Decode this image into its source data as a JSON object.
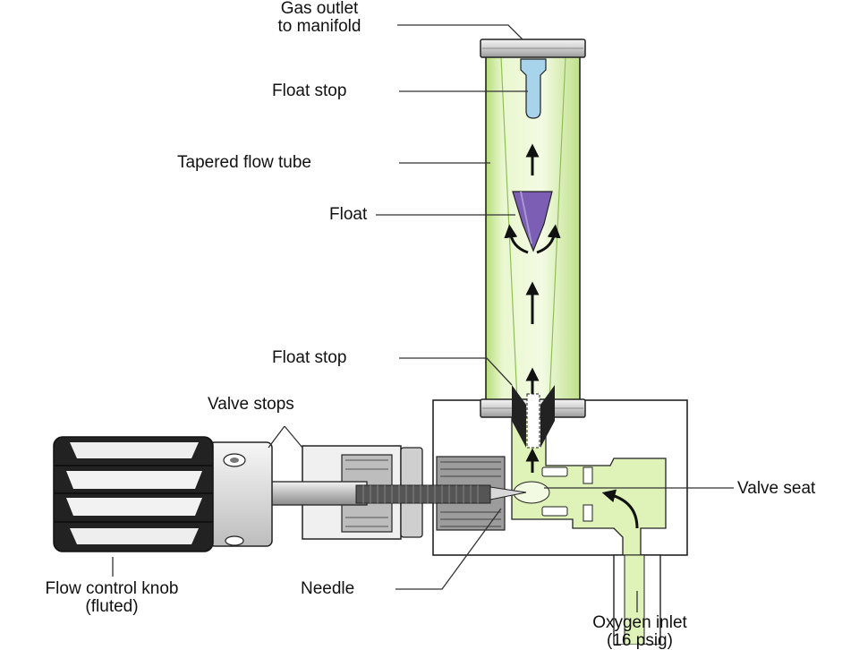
{
  "labels": {
    "gas_outlet_line1": "Gas outlet",
    "gas_outlet_line2": "to manifold",
    "float_stop_top": "Float stop",
    "tapered_flow_tube": "Tapered flow tube",
    "float": "Float",
    "float_stop_bottom": "Float stop",
    "valve_stops": "Valve stops",
    "valve_seat": "Valve seat",
    "flow_control_knob_line1": "Flow control knob",
    "flow_control_knob_line2": "(fluted)",
    "needle": "Needle",
    "oxygen_inlet_line1": "Oxygen inlet",
    "oxygen_inlet_line2": "(16 psig)"
  },
  "colors": {
    "gas_fill": "#dff3b8",
    "gas_fill_edge": "#b8dd7a",
    "float": "#7c5fb5",
    "float_stop_top": "#a7d4ea",
    "metal_light": "#e6e6e6",
    "metal_mid": "#c9c9c9",
    "metal_dark": "#6e6e6e",
    "knob_dark": "#222222",
    "outline": "#222222",
    "leader": "#333333"
  }
}
